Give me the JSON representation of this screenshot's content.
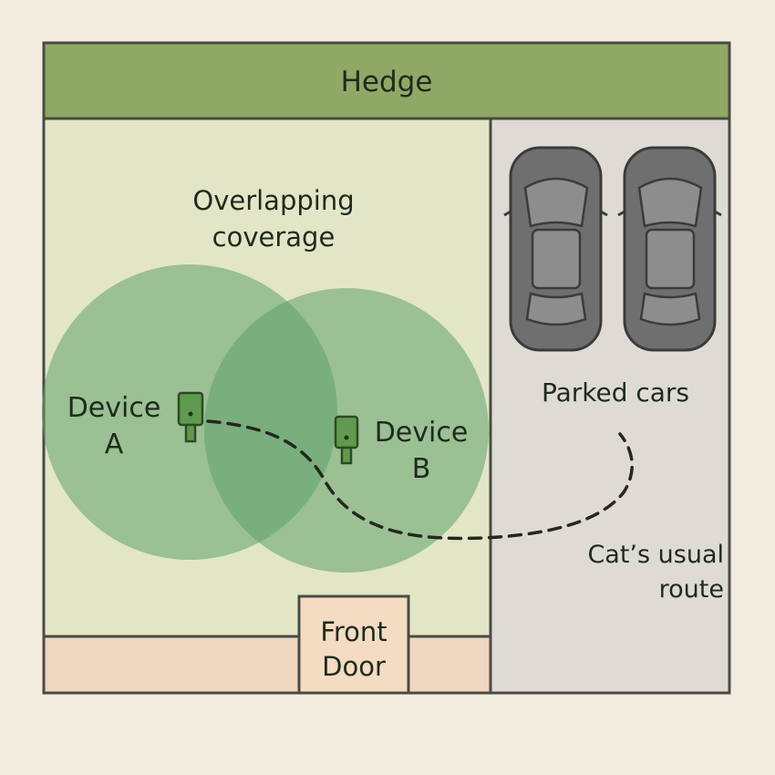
{
  "labels": {
    "hedge": "Hedge",
    "overlap_line1": "Overlapping",
    "overlap_line2": "coverage",
    "device_a_line1": "Device",
    "device_a_line2": "A",
    "device_b_line1": "Device",
    "device_b_line2": "B",
    "parked_cars": "Parked cars",
    "route_line1": "Cat’s usual",
    "route_line2": "route",
    "door_line1": "Front",
    "door_line2": "Door"
  },
  "colors": {
    "background": "#f1ecdd",
    "hedge": "#8fa865",
    "lawn": "#e3e6c6",
    "driveway": "#dedbd4",
    "path_strip": "#efd6c0",
    "door": "#f3dcc2",
    "coverage": "#5ea06a",
    "device": "#5f9a4e",
    "car_body": "#6f6f6f",
    "car_glass": "#8d8d8d",
    "outline": "#3b3b3b"
  },
  "icons": {
    "device": "camera-device-icon",
    "car": "car-top-view-icon"
  }
}
